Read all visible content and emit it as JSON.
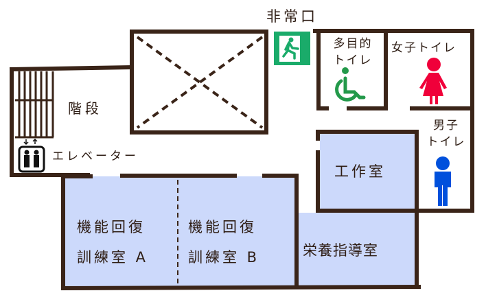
{
  "title": "floor plan",
  "colors": {
    "wall": "#3a2418",
    "room": "#ccd9fb",
    "exit": "#1aab6a",
    "accessible": "#23994a",
    "women": "#f0003a",
    "men": "#0050dc"
  },
  "labels": {
    "emergency_exit": "非常口",
    "stairs": "階段",
    "elevator": "エレベーター",
    "multipurpose_toilet": [
      "多目的",
      "トイレ"
    ],
    "womens_toilet": "女子トイレ",
    "mens_toilet": [
      "男子",
      "トイレ"
    ],
    "workshop": "工作室",
    "rehab_a": [
      "機能回復",
      "訓練室 A"
    ],
    "rehab_b": [
      "機能回復",
      "訓練室 B"
    ],
    "nutrition": "栄養指導室"
  }
}
